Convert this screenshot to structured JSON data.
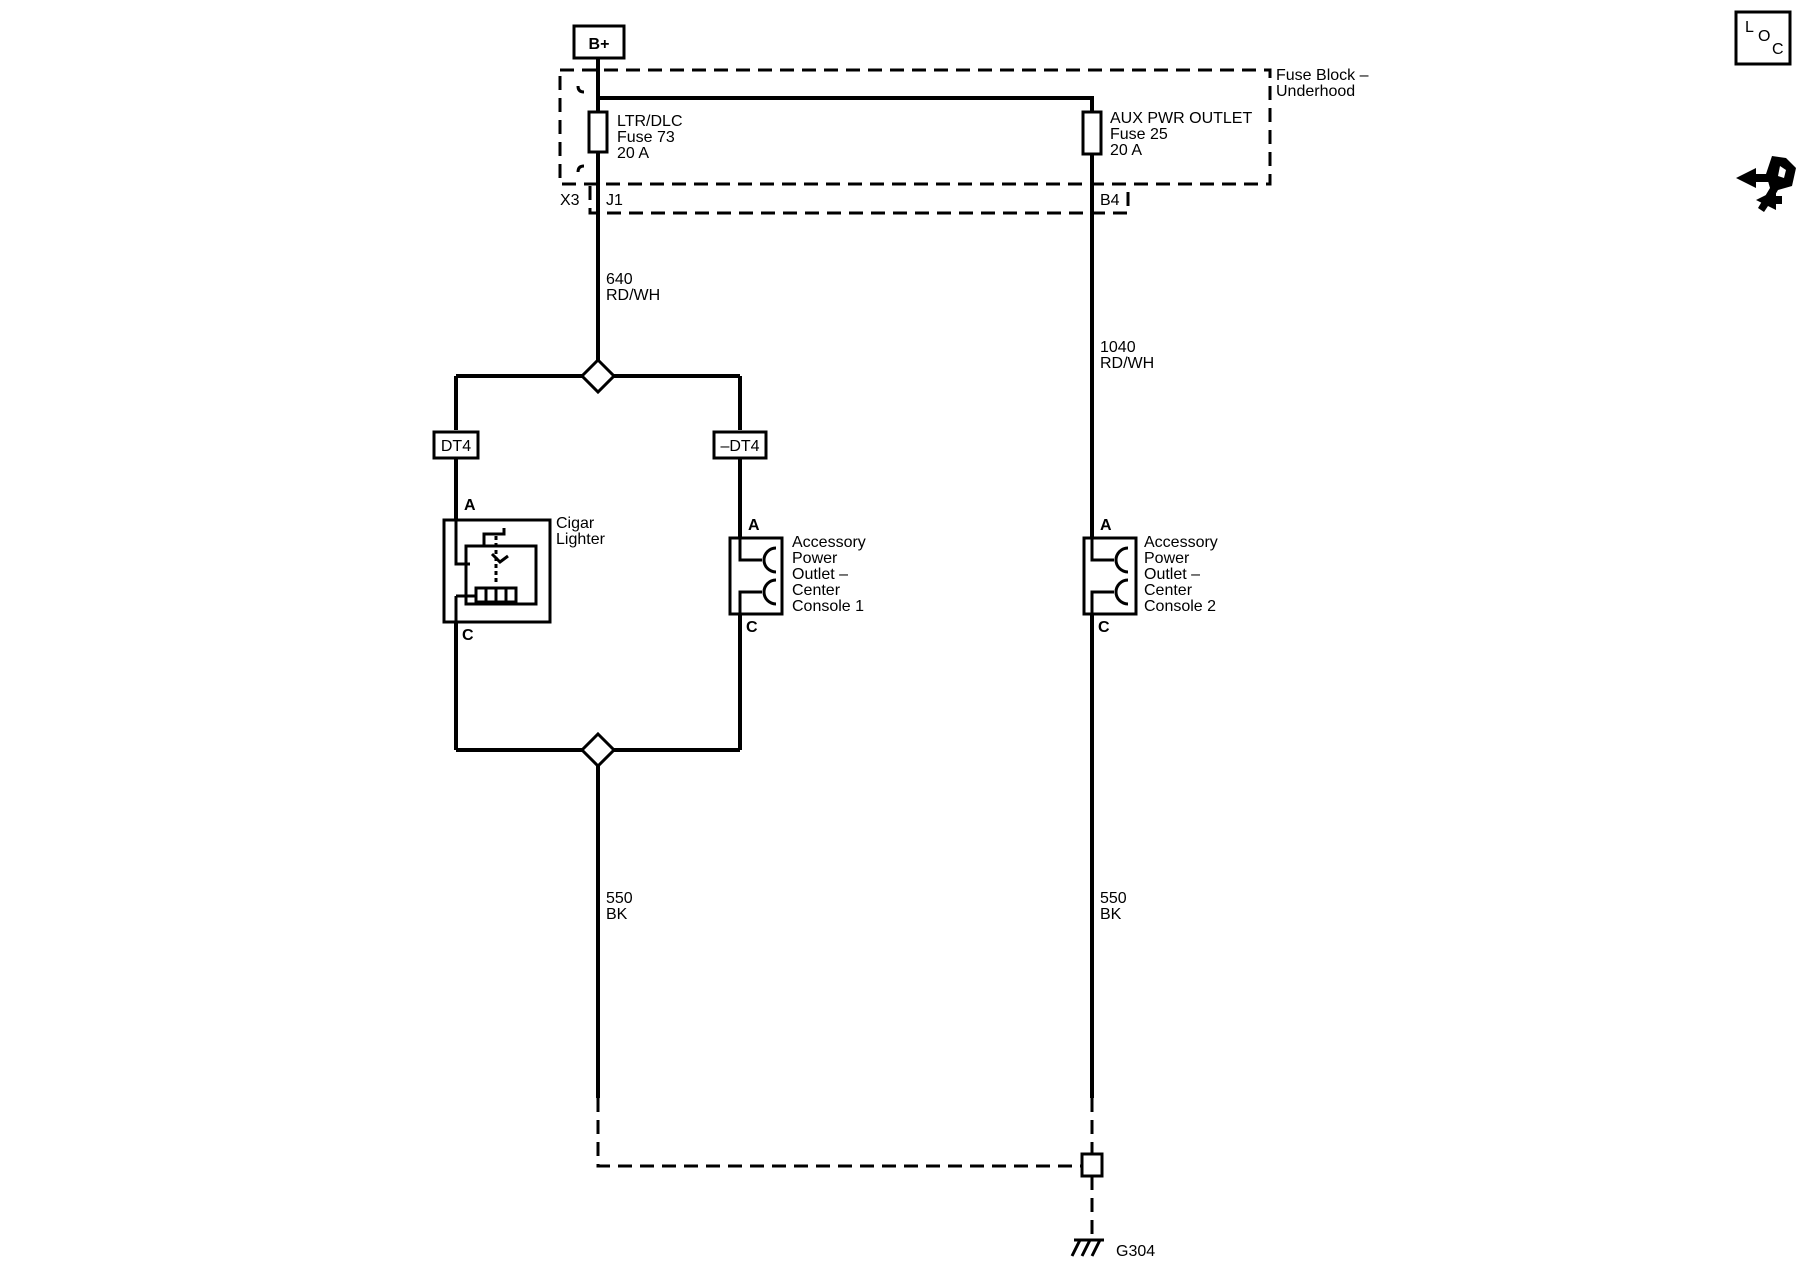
{
  "power": {
    "source": "B+"
  },
  "fuse_block": {
    "name_line1": "Fuse Block –",
    "name_line2": "Underhood",
    "fuse_left": {
      "name": "LTR/DLC",
      "fuse": "Fuse 73",
      "rating": "20 A"
    },
    "fuse_right": {
      "name": "AUX PWR OUTLET",
      "fuse": "Fuse 25",
      "rating": "20 A"
    },
    "connectors": {
      "x3": "X3",
      "j1": "J1",
      "b4": "B4"
    }
  },
  "wires": {
    "w640": {
      "circuit": "640",
      "color": "RD/WH"
    },
    "w1040": {
      "circuit": "1040",
      "color": "RD/WH"
    },
    "w550_left": {
      "circuit": "550",
      "color": "BK"
    },
    "w550_right": {
      "circuit": "550",
      "color": "BK"
    }
  },
  "options": {
    "left": "DT4",
    "right": "–DT4"
  },
  "components": {
    "cigar": {
      "line1": "Cigar",
      "line2": "Lighter",
      "pin_top": "A",
      "pin_bottom": "C"
    },
    "outlet1": {
      "line1": "Accessory",
      "line2": "Power",
      "line3": "Outlet –",
      "line4": "Center",
      "line5": "Console 1",
      "pin_top": "A",
      "pin_bottom": "C"
    },
    "outlet2": {
      "line1": "Accessory",
      "line2": "Power",
      "line3": "Outlet –",
      "line4": "Center",
      "line5": "Console 2",
      "pin_top": "A",
      "pin_bottom": "C"
    }
  },
  "ground": {
    "label": "G304"
  },
  "side_icons": {
    "loc": {
      "l": "L",
      "o": "O",
      "c": "C",
      "icon": "location-icon"
    },
    "tools": {
      "icon": "wrench-arrows-icon"
    }
  }
}
